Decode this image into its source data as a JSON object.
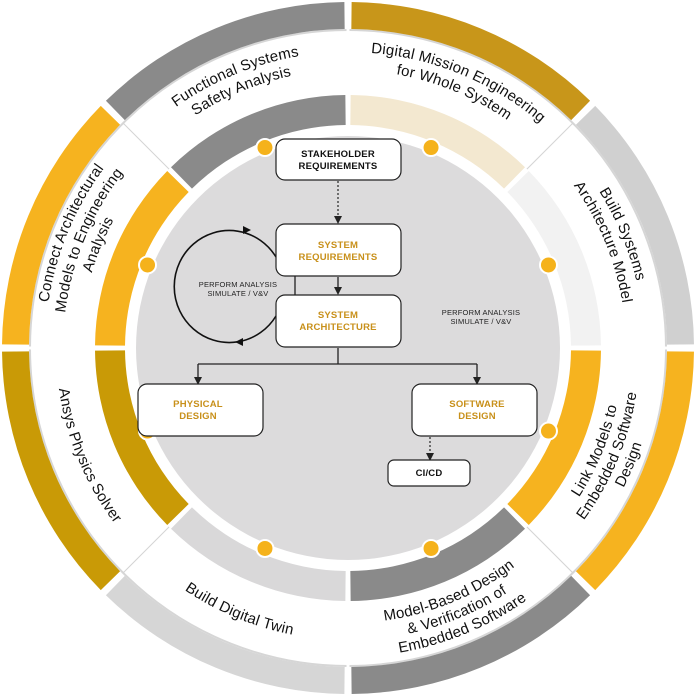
{
  "colors": {
    "yellow": "#F6B31F",
    "dark_gold": "#C8961A",
    "dark_gray": "#8A8A8A",
    "light_gray": "#D0D0D0",
    "cream": "#F3E8D0",
    "very_light": "#F2F2F2",
    "mid_light_gray": "#D9D8D9",
    "disk": "#DCDBDC",
    "box_gold_text": "#C8901A",
    "dot": "#F5B21B"
  },
  "segments": [
    {
      "id": "digital-mission-engineering",
      "lines": [
        "Digital Mission Engineering",
        "for Whole System"
      ],
      "outer": "#C8961A",
      "inner": "#F3E8D0"
    },
    {
      "id": "build-systems-architecture-model",
      "lines": [
        "Build Systems",
        "Architecture Model"
      ],
      "outer": "#D0D0D0",
      "inner": "#F2F2F2"
    },
    {
      "id": "link-models-embedded-software",
      "lines": [
        "Link Models to",
        "Embedded Software",
        "Design"
      ],
      "outer": "#F6B31F",
      "inner": "#F6B31F"
    },
    {
      "id": "model-based-design-verification",
      "lines": [
        "Model-Based Design",
        "& Verification of",
        "Embedded Software"
      ],
      "outer": "#8A8A8A",
      "inner": "#8A8A8A"
    },
    {
      "id": "build-digital-twin",
      "lines": [
        "Build Digital Twin"
      ],
      "outer": "#D6D6D6",
      "inner": "#D9D8D9"
    },
    {
      "id": "ansys-physics-solver",
      "lines": [
        "Ansys Physics Solver"
      ],
      "outer": "#C99A06",
      "inner": "#C99A06"
    },
    {
      "id": "connect-architectural-models",
      "lines": [
        "Connect Architectural",
        "Models to Engineering",
        "Analysis"
      ],
      "outer": "#F6B31F",
      "inner": "#F6B31F"
    },
    {
      "id": "functional-systems-safety",
      "lines": [
        "Functional Systems",
        "Safety Analysis"
      ],
      "outer": "#8A8A8A",
      "inner": "#8A8A8A"
    }
  ],
  "flow": {
    "stakeholder": [
      "STAKEHOLDER",
      "REQUIREMENTS"
    ],
    "system_requirements": [
      "SYSTEM",
      "REQUIREMENTS"
    ],
    "system_architecture": [
      "SYSTEM",
      "ARCHITECTURE"
    ],
    "physical_design": [
      "PHYSICAL",
      "DESIGN"
    ],
    "software_design": [
      "SOFTWARE",
      "DESIGN"
    ],
    "cicd": "CI/CD",
    "loop_label": [
      "PERFORM ANALYSIS",
      "SIMULATE / V&V"
    ],
    "right_label": [
      "PERFORM ANALYSIS",
      "SIMULATE / V&V"
    ]
  }
}
